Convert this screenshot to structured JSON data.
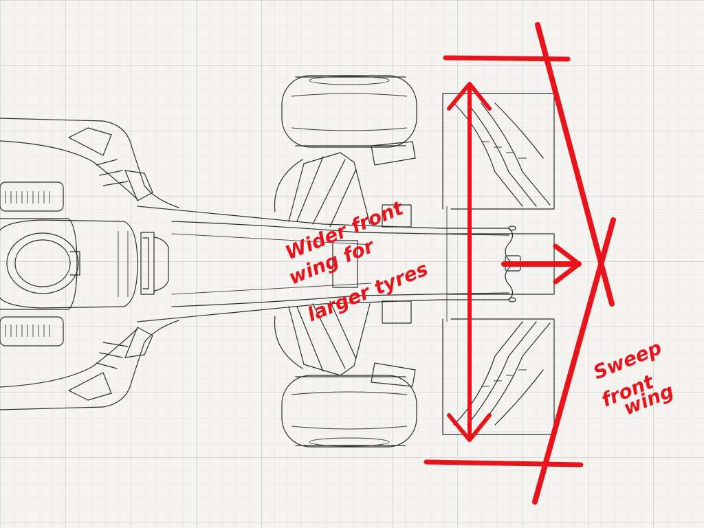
{
  "annotations": {
    "wing_width": {
      "line1": "Wider front",
      "line2": "wing for",
      "line3": "larger tyres"
    },
    "wing_sweep": {
      "line1": "Sweep",
      "line2": "front",
      "line3": "wing"
    }
  },
  "colors": {
    "paper": "#f4f3ef",
    "grid_minor": "#dcdcdc",
    "grid_major": "#c9c9c9",
    "ink": "#2b2b2b",
    "markup": "#e8141c"
  }
}
